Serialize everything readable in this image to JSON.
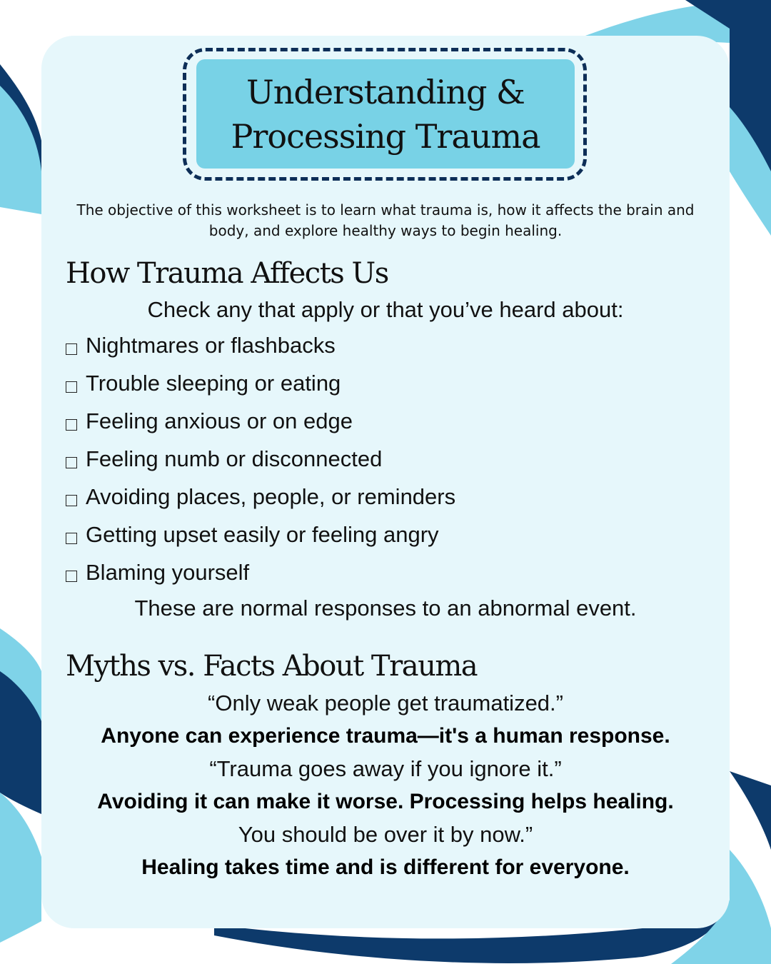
{
  "colors": {
    "card_background": "#e6f7fb",
    "title_box": "#78d2e6",
    "title_border": "#0d2e57",
    "wave_light": "#7fd3e8",
    "wave_dark": "#0d3a6b"
  },
  "title": {
    "line1": "Understanding &",
    "line2": "Processing Trauma"
  },
  "objective": "The objective of this worksheet is to learn what trauma is, how it affects the brain and body, and explore healthy ways to begin healing.",
  "section1": {
    "heading": "How Trauma Affects Us",
    "instruction": "Check any that apply or that you’ve heard about:",
    "items": [
      "Nightmares or flashbacks",
      "Trouble sleeping or eating",
      "Feeling anxious or on edge",
      "Feeling numb or disconnected",
      "Avoiding places, people, or reminders",
      "Getting upset easily or feeling angry",
      "Blaming yourself"
    ],
    "closing": "These are normal responses to an abnormal event."
  },
  "section2": {
    "heading": "Myths vs. Facts About Trauma",
    "pairs": [
      {
        "myth": "“Only weak people get traumatized.”",
        "fact": "Anyone can experience trauma—it's a human response."
      },
      {
        "myth": "“Trauma goes away if you ignore it.”",
        "fact": "Avoiding it can make it worse. Processing helps healing."
      },
      {
        "myth": "You should be over it by now.”",
        "fact": "Healing takes time and is different for everyone."
      }
    ]
  }
}
